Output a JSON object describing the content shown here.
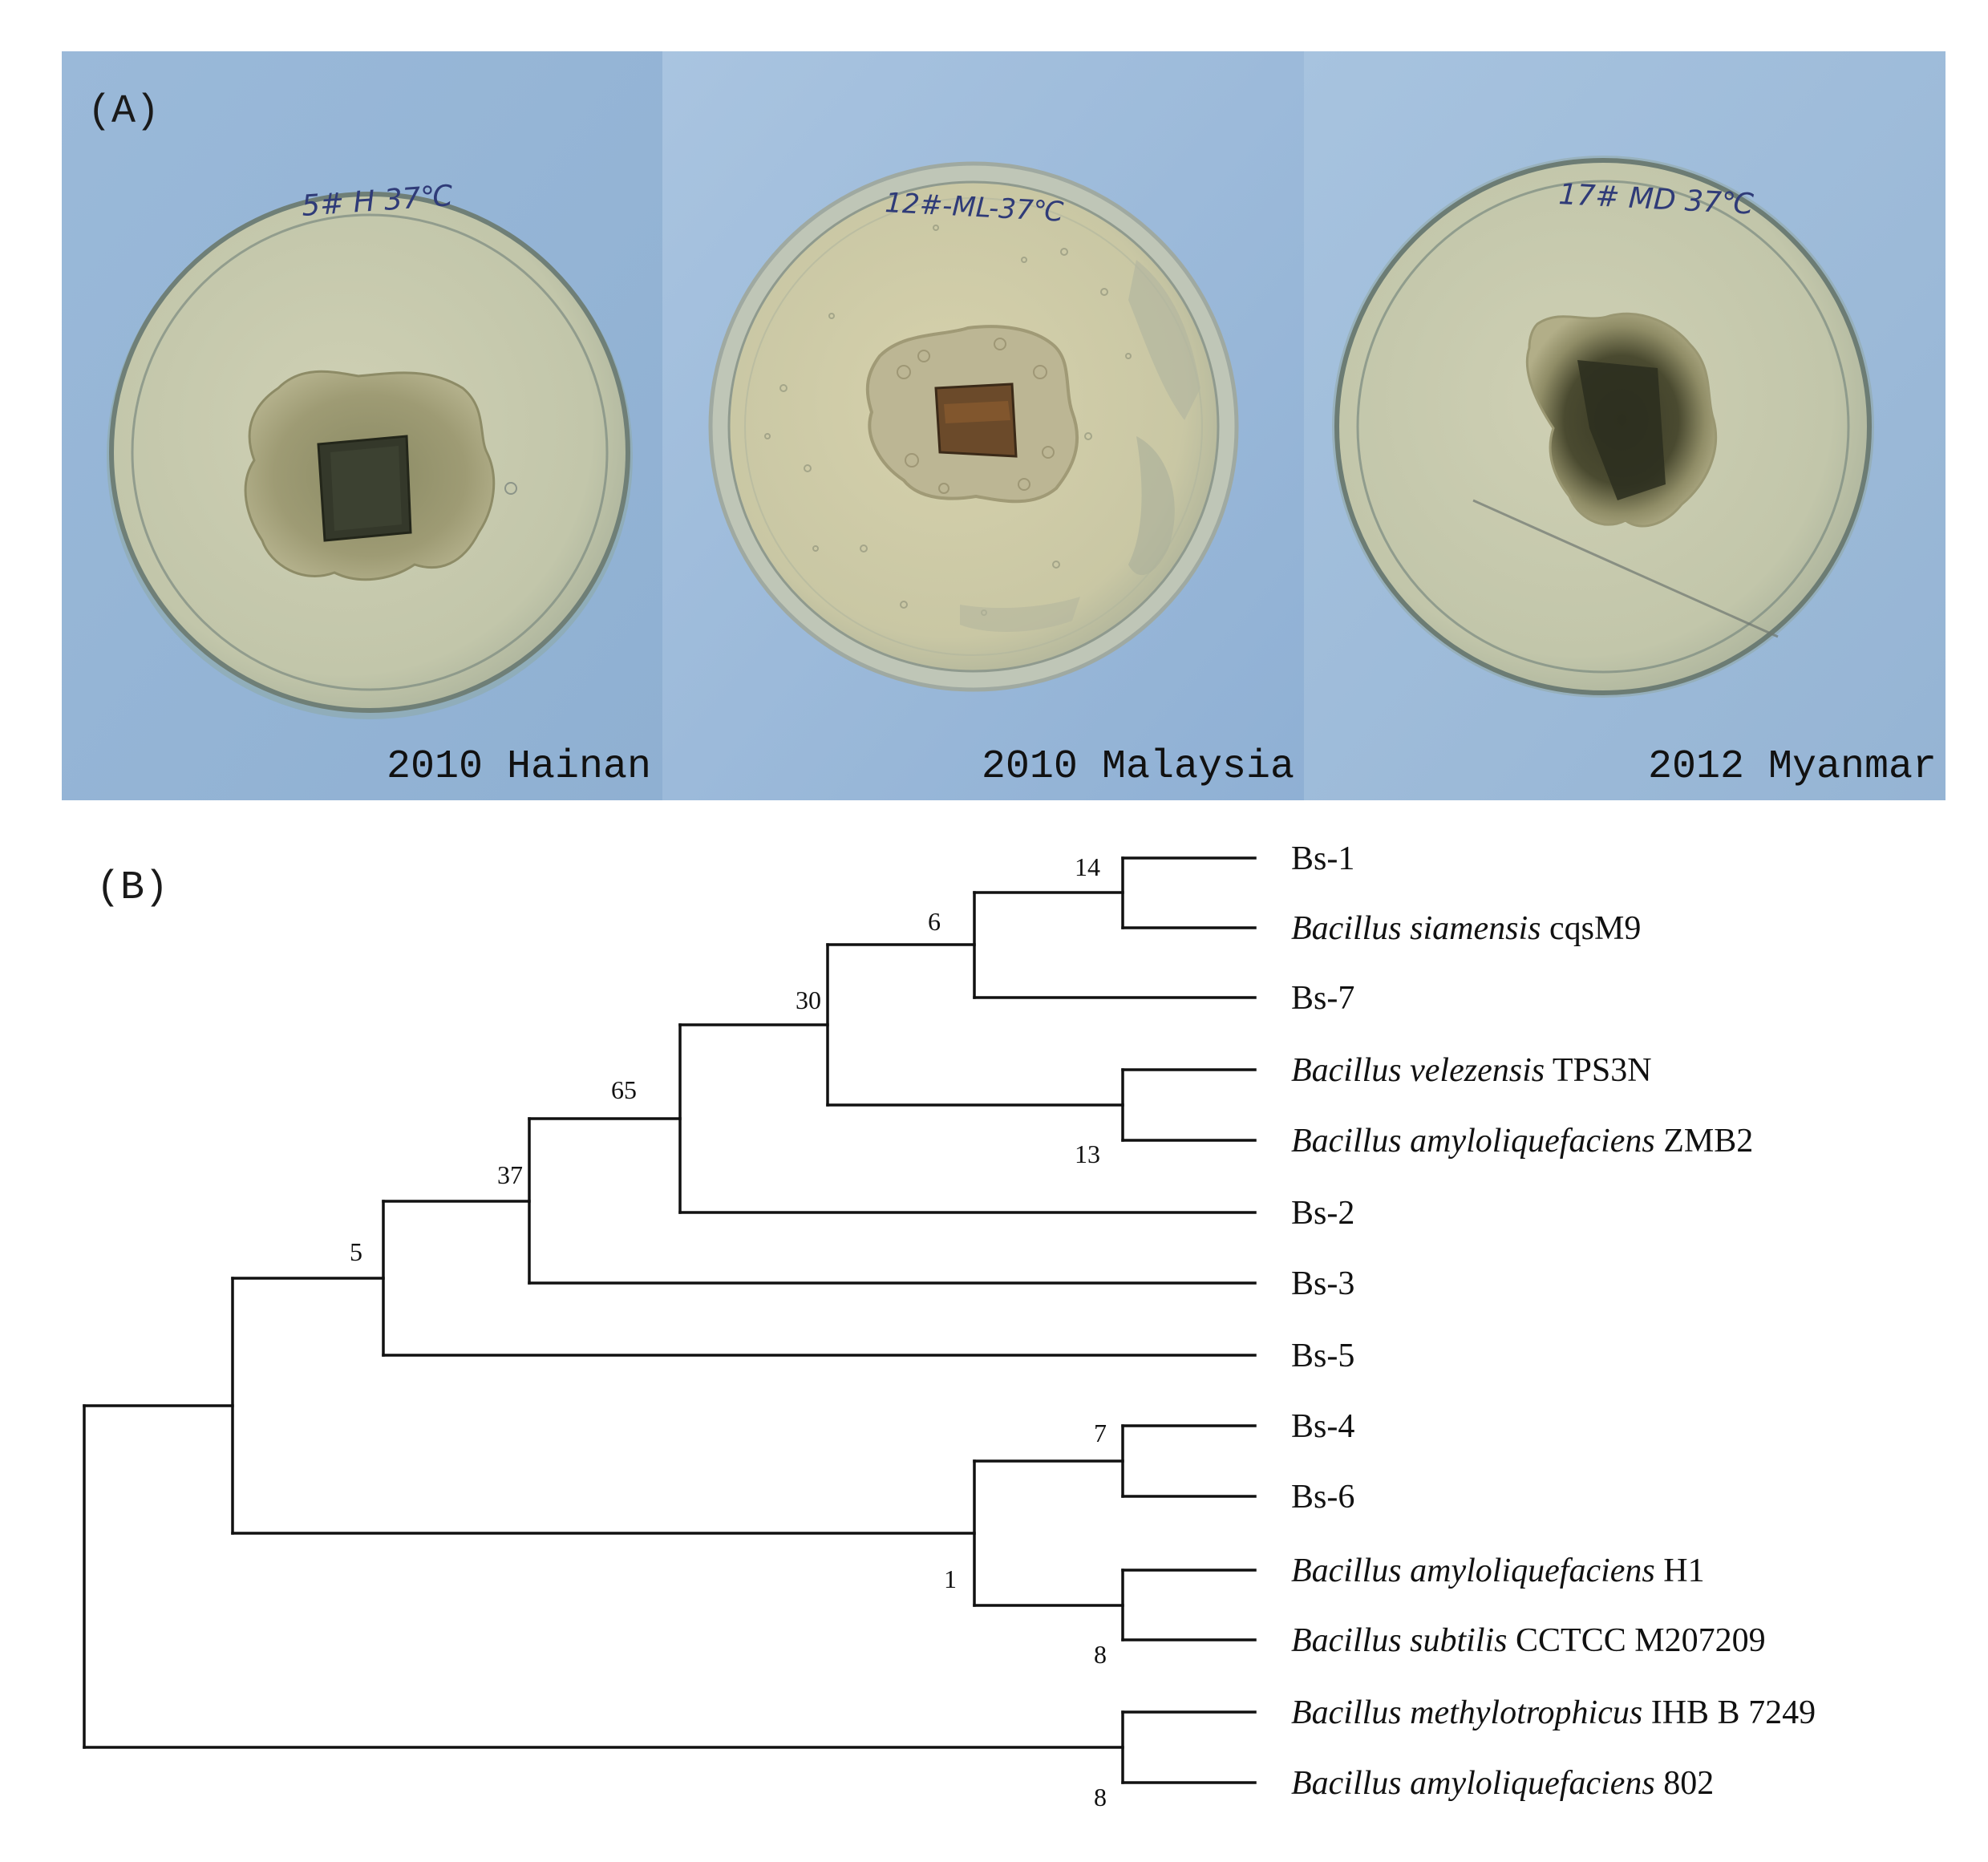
{
  "panel_a": {
    "label": "(A)",
    "plates": [
      {
        "id": "hainan",
        "caption": "2010 Hainan",
        "handwriting": "5# H 37℃"
      },
      {
        "id": "malaysia",
        "caption": "2010 Malaysia",
        "handwriting": "12#-ML-37℃"
      },
      {
        "id": "myanmar",
        "caption": "2012 Myanmar",
        "handwriting": "17# MD 37℃"
      }
    ]
  },
  "panel_b": {
    "label": "(B)",
    "taxa": [
      {
        "genus_species": "",
        "strain": "Bs-1"
      },
      {
        "genus_species": "Bacillus siamensis",
        "strain": "cqsM9"
      },
      {
        "genus_species": "",
        "strain": "Bs-7"
      },
      {
        "genus_species": "Bacillus velezensis",
        "strain": "TPS3N"
      },
      {
        "genus_species": "Bacillus amyloliquefaciens",
        "strain": "ZMB2"
      },
      {
        "genus_species": "",
        "strain": "Bs-2"
      },
      {
        "genus_species": "",
        "strain": "Bs-3"
      },
      {
        "genus_species": "",
        "strain": "Bs-5"
      },
      {
        "genus_species": "",
        "strain": "Bs-4"
      },
      {
        "genus_species": "",
        "strain": "Bs-6"
      },
      {
        "genus_species": "Bacillus amyloliquefaciens",
        "strain": "H1"
      },
      {
        "genus_species": "Bacillus subtilis",
        "strain": "CCTCC M207209"
      },
      {
        "genus_species": "Bacillus methylotrophicus",
        "strain": "IHB B 7249"
      },
      {
        "genus_species": "Bacillus amyloliquefaciens",
        "strain": "802"
      }
    ],
    "bootstrap": {
      "bs1_cqsm9": "14",
      "clade_bs7": "6",
      "clade_30": "30",
      "clade_65": "65",
      "clade_37": "37",
      "clade_5": "5",
      "velezensis_zmb2": "13",
      "bs4_bs6": "7",
      "clade_1": "1",
      "h1_subtilis": "8",
      "methylo_802": "8"
    }
  }
}
